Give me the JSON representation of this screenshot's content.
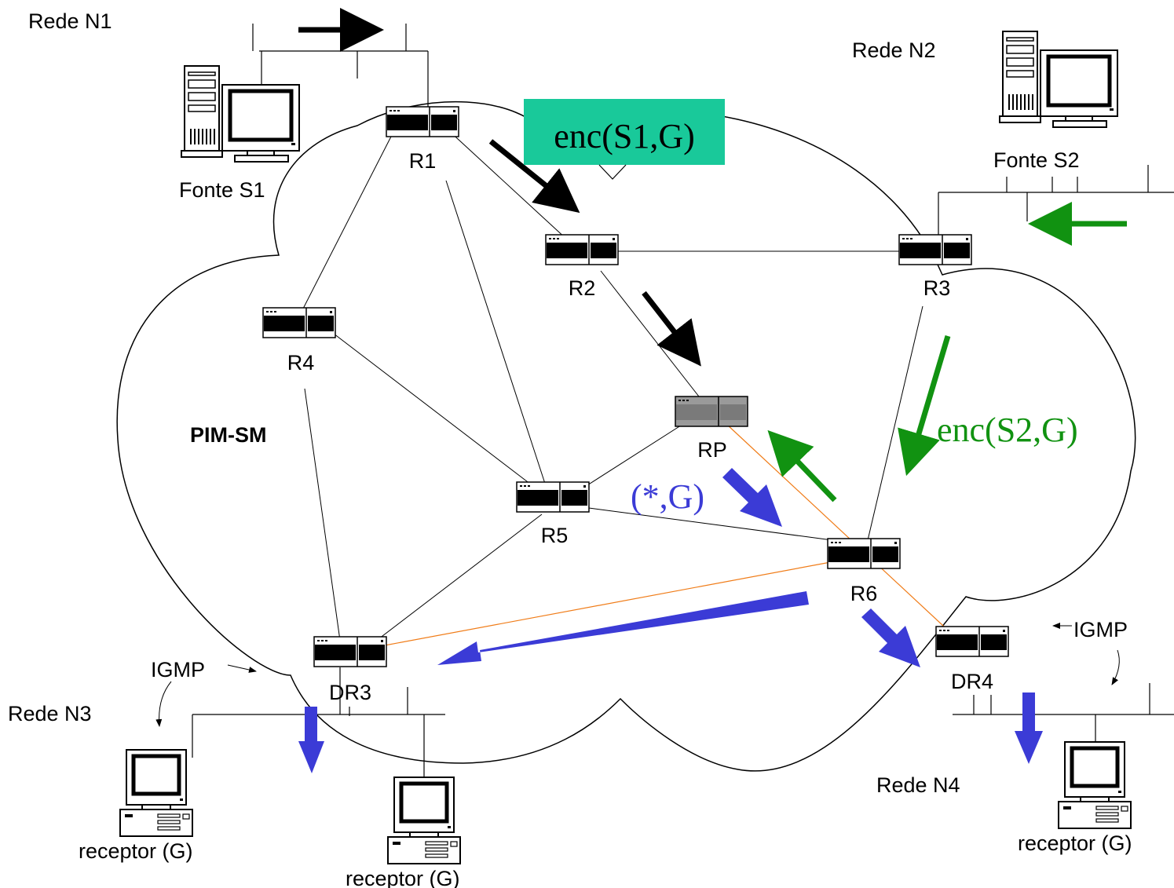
{
  "networks": {
    "n1": "Rede N1",
    "n2": "Rede N2",
    "n3": "Rede N3",
    "n4": "Rede N4"
  },
  "sources": {
    "s1": "Fonte S1",
    "s2": "Fonte S2"
  },
  "routers": {
    "r1": "R1",
    "r2": "R2",
    "r3": "R3",
    "r4": "R4",
    "r5": "R5",
    "r6": "R6",
    "rp": "RP",
    "dr3": "DR3",
    "dr4": "DR4"
  },
  "domain_label": "PIM-SM",
  "messages": {
    "enc_s1": "enc(S1,G)",
    "enc_s2": "enc(S2,G)",
    "star_g": "(*,G)",
    "igmp_left": "IGMP",
    "igmp_right": "IGMP"
  },
  "receivers": {
    "left": "receptor (G)",
    "middle": "receptor (G)",
    "right": "receptor (G)"
  },
  "colors": {
    "enc_box": "#19c99a",
    "green_arrow": "#119211",
    "blue_arrow": "#3b3bd6",
    "orange_link": "#f07c18",
    "router_body": "#000000",
    "rp_body": "#8a8a8a"
  }
}
